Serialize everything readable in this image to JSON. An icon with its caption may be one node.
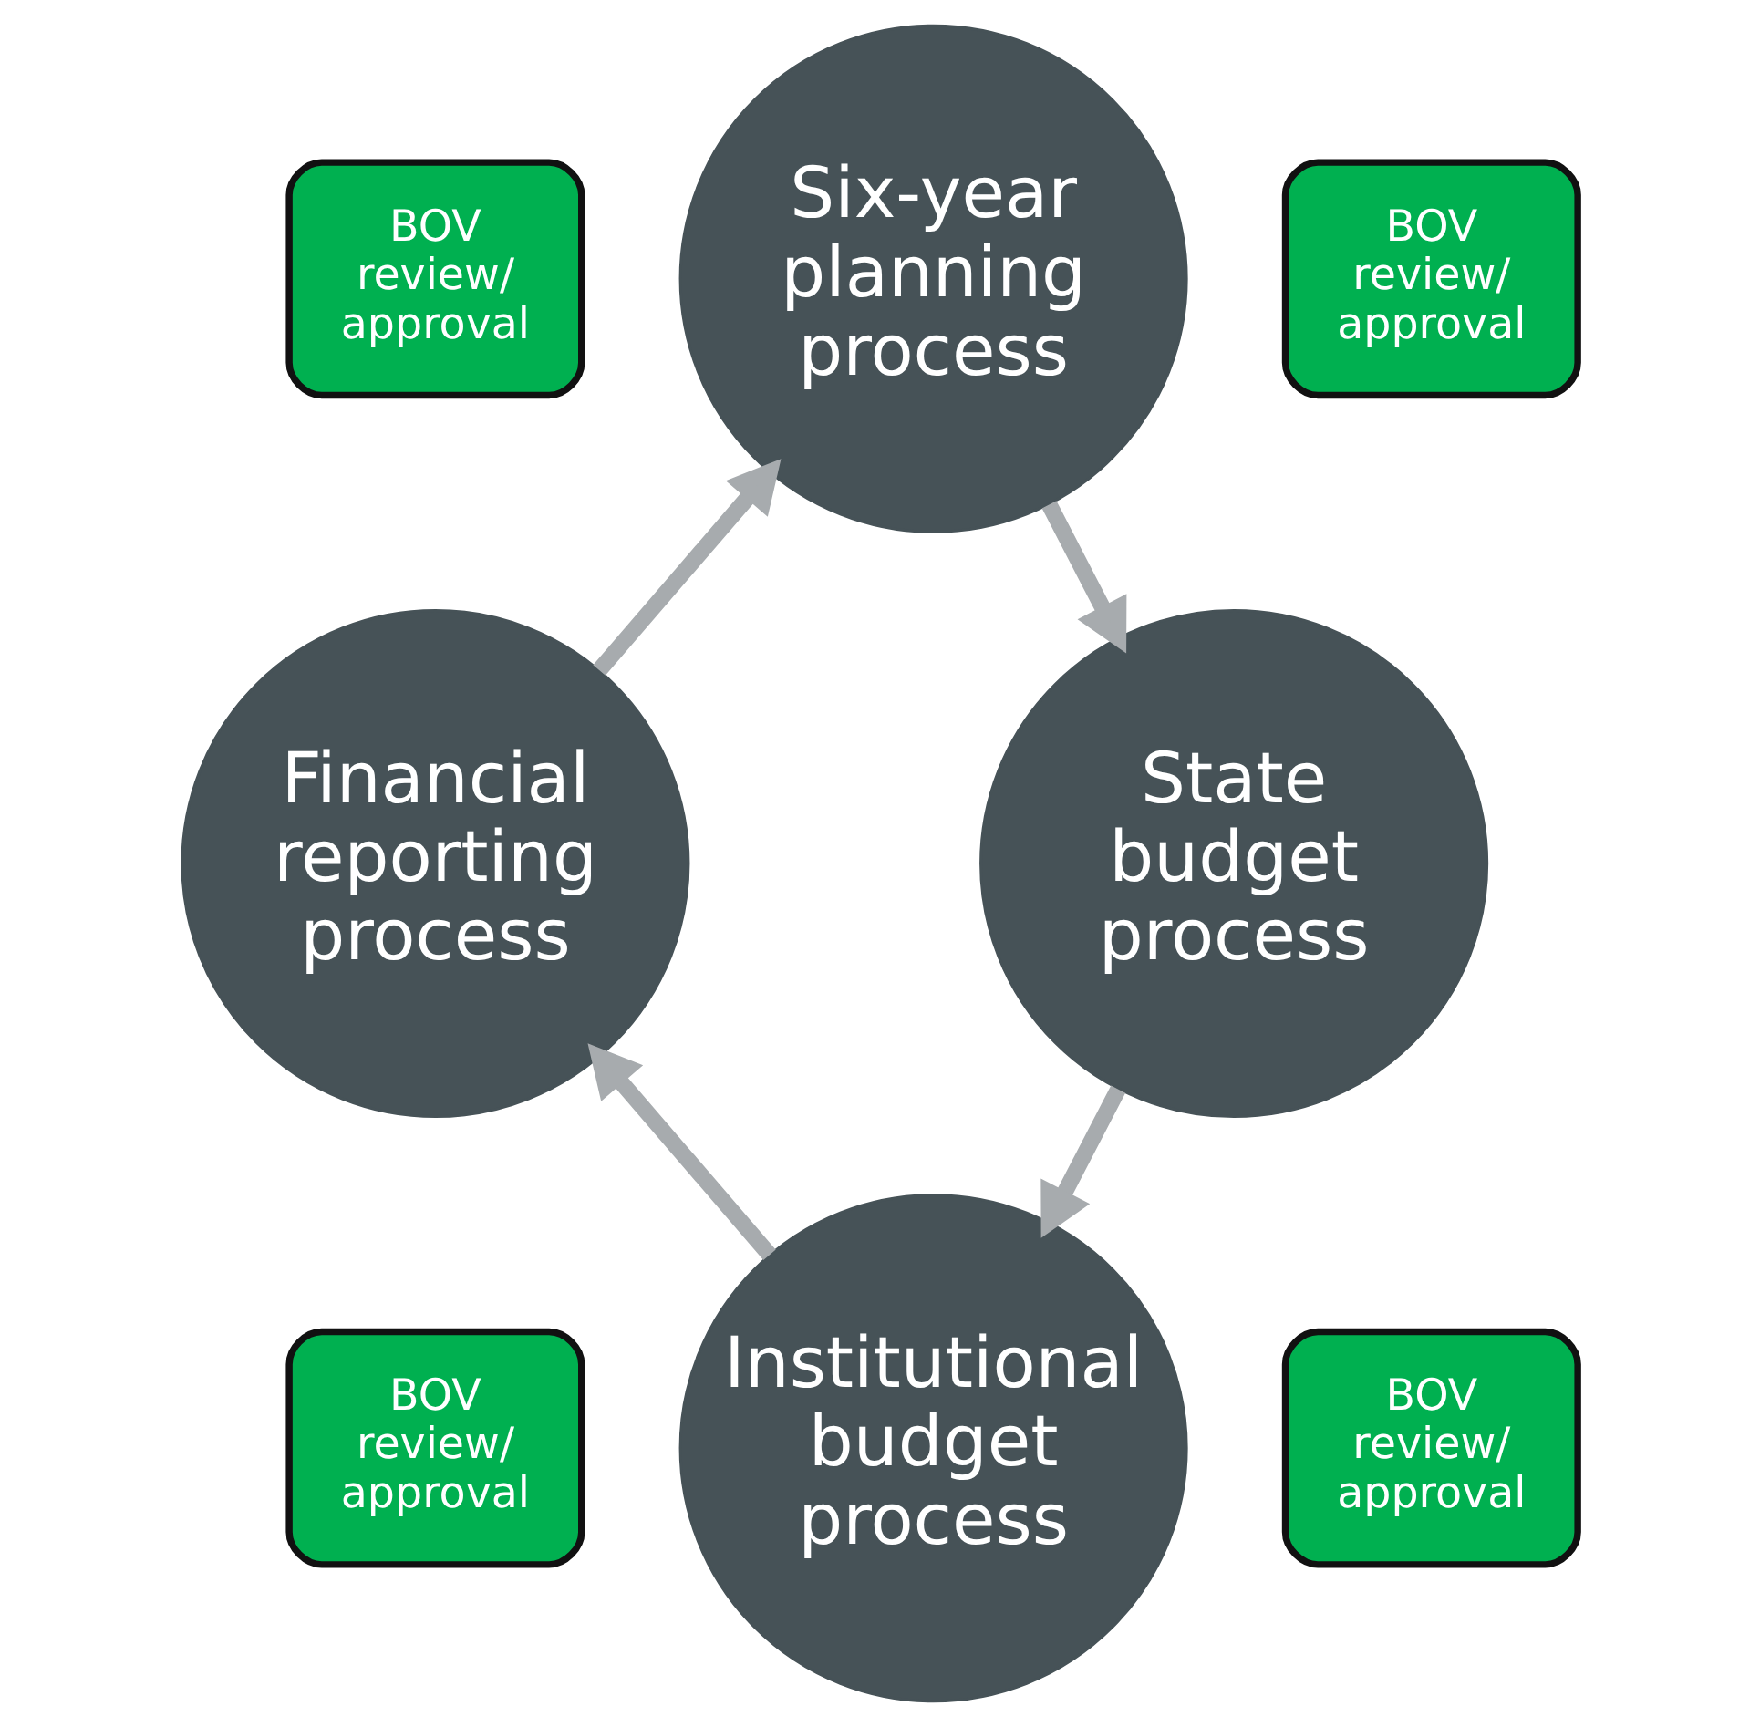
{
  "diagram": {
    "nodes": [
      {
        "text": [
          "BOV review/ approval"
        ]
      },
      {
        "text": [
          "Six-year planning process"
        ]
      },
      {
        "text": [
          "BOV review/ approval"
        ]
      },
      {
        "text": [
          "Financial reporting process"
        ]
      },
      {
        "text": [
          "State budget process"
        ]
      },
      {
        "text": [
          "BOV review/ approval"
        ]
      },
      {
        "text": [
          "Institutional budget process"
        ]
      },
      {
        "text": [
          "BOV review/ approval"
        ]
      }
    ],
    "edges": [
      {
        "from": 1,
        "to": 4,
        "arrow": "to"
      },
      {
        "from": 4,
        "to": 6,
        "arrow": "to"
      },
      {
        "from": 6,
        "to": 3,
        "arrow": "to"
      },
      {
        "from": 3,
        "to": 1,
        "arrow": "to"
      }
    ]
  }
}
